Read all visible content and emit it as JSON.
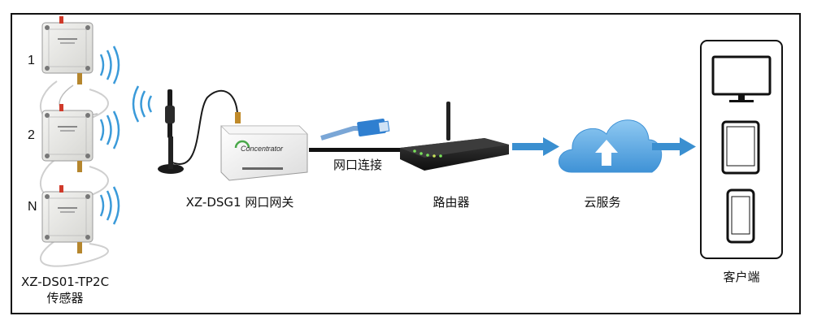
{
  "sensors": {
    "items": [
      {
        "index_label": "1"
      },
      {
        "index_label": "2"
      },
      {
        "index_label": "N"
      }
    ],
    "caption_line1": "XZ-DS01-TP2C",
    "caption_line2": "传感器"
  },
  "gateway": {
    "device_text": "Concentrator",
    "label": "XZ-DSG1 网口网关"
  },
  "link": {
    "label": "网口连接"
  },
  "router": {
    "label": "路由器"
  },
  "cloud": {
    "label": "云服务"
  },
  "client": {
    "label": "客户端"
  },
  "colors": {
    "signal_wave": "#3a9ad9",
    "arrow": "#3a8fd0",
    "cloud": "#5aa8e2",
    "cable": "#111111",
    "rj45_plug": "#2f7fd0"
  }
}
